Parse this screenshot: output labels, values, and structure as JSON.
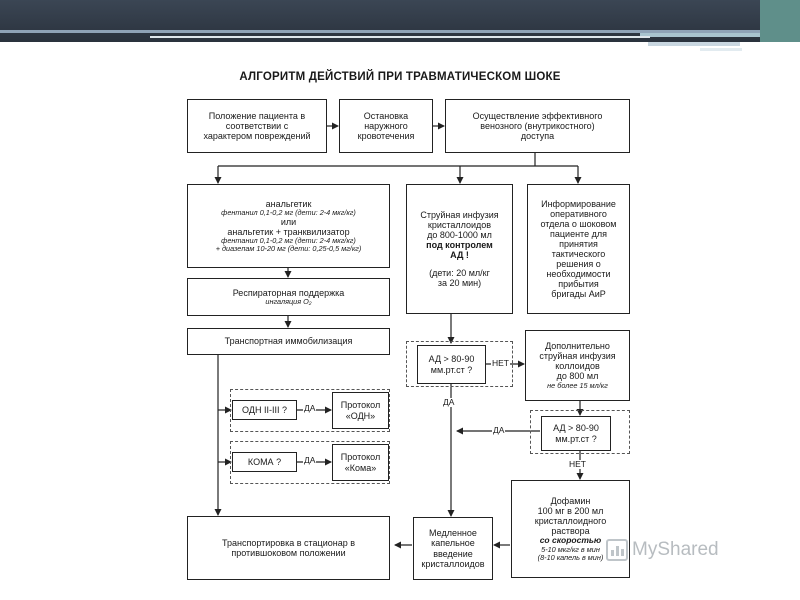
{
  "title": "АЛГОРИТМ ДЕЙСТВИЙ ПРИ ТРАВМАТИЧЕСКОМ ШОКЕ",
  "boxes": {
    "positioning": "Положение пациента в\nсоответствии с\nхарактером повреждений",
    "bleeding": "Остановка\nнаружного\nкровотечения",
    "venous": "Осуществление эффективного\nвенозного (внутрикостного)\nдоступа",
    "analgesic_a": "анальгетик",
    "analgesic_a_dose": "фентанил 0,1-0,2 мг (дети: 2-4 мкг/кг)",
    "analgesic_or": "или",
    "analgesic_b": "анальгетик + транквилизатор",
    "analgesic_b_dose": "фентанил 0,1-0,2 мг (дети: 2-4 мкг/кг)\n+ диазепам 10-20 мг (дети: 0,25-0,5 мг/кг)",
    "infusion_main": "Струйная инфузия\nкристаллоидов\nдо 800-1000 мл",
    "infusion_bold": "под контролем\nАД !",
    "infusion_kids": "(дети: 20 мл/кг\nза 20 мин)",
    "inform": "Информирование\nоперативного\nотдела о шоковом\nпациенте для\nпринятия\nтактического\nрешения о\nнеобходимости\nприбытия\nбригады АиР",
    "resp": "Респираторная поддержка",
    "resp_sub": "ингаляция O₂",
    "immob": "Транспортная иммобилизация",
    "bp_check_1": "АД > 80-90\nмм.рт.ст ?",
    "colloids": "Дополнительно\nструйная инфузия\nколлоидов\nдо 800 мл",
    "colloids_sub": "не более 15 мл/кг",
    "odn_q": "ОДН II-III ?",
    "odn_protocol": "Протокол\n«ОДН»",
    "bp_check_2": "АД > 80-90\nмм.рт.ст ?",
    "coma_q": "КОМА ?",
    "coma_protocol": "Протокол\n«Кома»",
    "dopamine": "Дофамин\n100 мг в 200 мл\nкристаллоидного\nраствора",
    "dopamine_rate": "со скоростью",
    "dopamine_sub": "5-10 мкг/кг в мин\n(8-10 капель в мин)",
    "transport": "Транспортировка в стационар в\nпротившоковом положении",
    "slow_infusion": "Медленное\nкапельное\nвведение\nкристаллоидов"
  },
  "labels": {
    "net_1": "НЕТ",
    "da_1": "ДА",
    "da_odn": "ДА",
    "da_2": "ДА",
    "da_coma": "ДА",
    "net_2": "НЕТ"
  },
  "watermark": "MyShared",
  "colors": {
    "line": "#222222",
    "header_bar": "#3b4654",
    "accent": "#5f8f8a"
  }
}
